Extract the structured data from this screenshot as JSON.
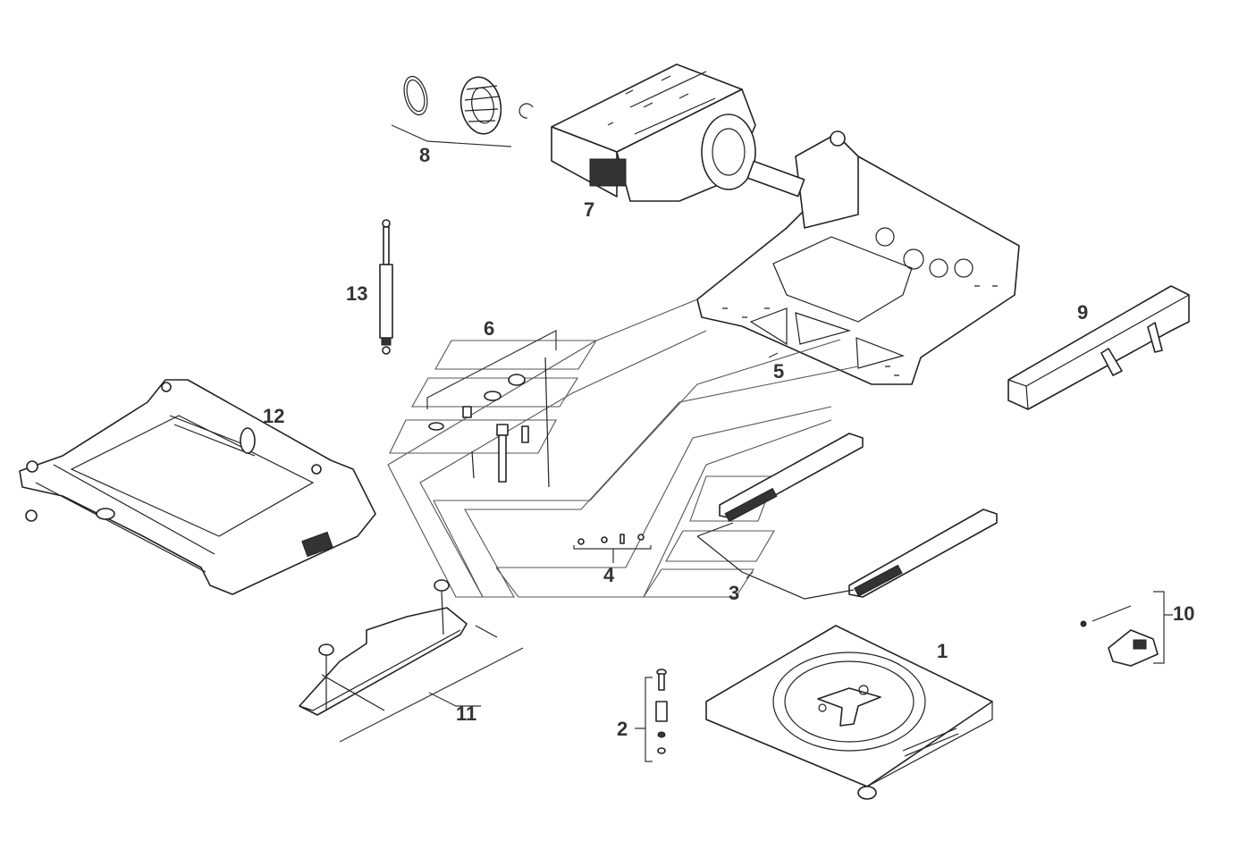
{
  "diagram": {
    "callouts": [
      {
        "id": "1",
        "label": "1"
      },
      {
        "id": "2",
        "label": "2"
      },
      {
        "id": "3",
        "label": "3"
      },
      {
        "id": "4",
        "label": "4"
      },
      {
        "id": "5",
        "label": "5"
      },
      {
        "id": "6",
        "label": "6"
      },
      {
        "id": "7",
        "label": "7"
      },
      {
        "id": "8",
        "label": "8"
      },
      {
        "id": "9",
        "label": "9"
      },
      {
        "id": "10",
        "label": "10"
      },
      {
        "id": "11",
        "label": "11"
      },
      {
        "id": "12",
        "label": "12"
      },
      {
        "id": "13",
        "label": "13"
      }
    ],
    "colors": {
      "line": "#222222",
      "label": "#333333",
      "background": "#ffffff"
    }
  }
}
